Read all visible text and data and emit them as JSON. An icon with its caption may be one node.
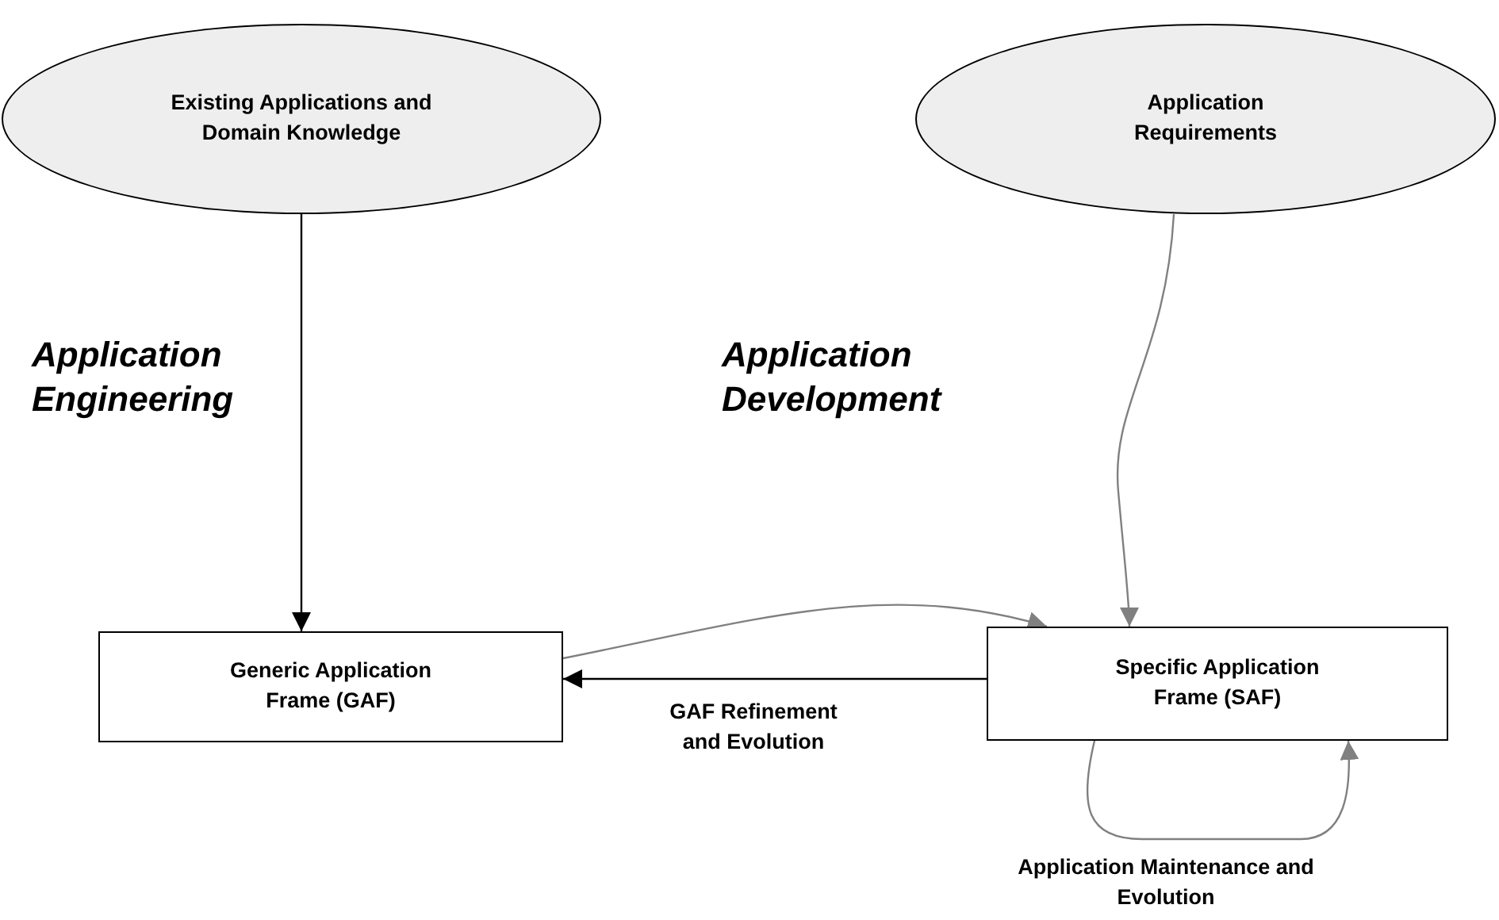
{
  "diagram": {
    "nodes": [
      {
        "text": [
          "Existing Applications and Domain Knowledge"
        ]
      },
      {
        "text": [
          "Application Requirements"
        ]
      },
      {
        "text": [
          "Generic Application Frame (GAF)"
        ]
      },
      {
        "text": [
          "Specific Application Frame (SAF)"
        ]
      }
    ],
    "edges": [
      {
        "from": 0,
        "to": 2,
        "arrow": "to",
        "color": "#000000"
      },
      {
        "from": 1,
        "to": 3,
        "arrow": "to",
        "color": "#808080"
      },
      {
        "from": 2,
        "to": 3,
        "arrow": "to",
        "color": "#808080"
      },
      {
        "from": 3,
        "to": 2,
        "arrow": "to",
        "color": "#000000",
        "label": "GAF Refinement and Evolution"
      },
      {
        "from": 3,
        "to": 3,
        "arrow": "to",
        "color": "#808080",
        "label": "Application Maintenance and Evolution"
      }
    ],
    "labels": [
      "Application Engineering",
      "Application Development"
    ]
  }
}
